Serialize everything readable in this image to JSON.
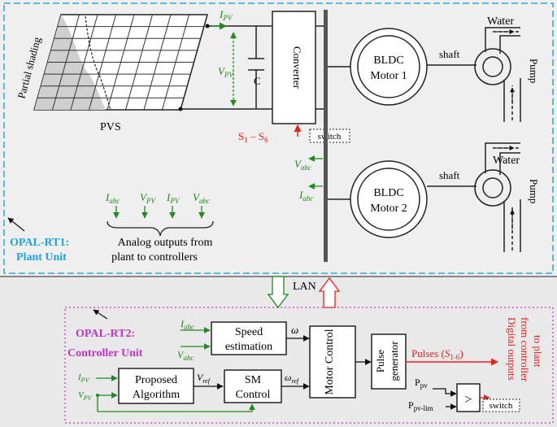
{
  "plant": {
    "pv_label": "PVS",
    "partial_shading": "Partial shading",
    "ipv_label": "I",
    "ipv_sub": "PV",
    "vpv_label": "V",
    "vpv_sub": "PV",
    "capacitor_label": "C",
    "converter_label": "Converter",
    "s_label": "S",
    "s_sub1": "1",
    "s_dash": " – S",
    "s_sub2": "6",
    "switch_label": "switch",
    "vabc_label": "V",
    "vabc_sub": "abc",
    "iabc_label": "I",
    "iabc_sub": "abc",
    "motor1_line1": "BLDC",
    "motor1_line2": "Motor 1",
    "motor2_line1": "BLDC",
    "motor2_line2": "Motor 2",
    "shaft_label": "shaft",
    "water_label": "Water",
    "pump_label": "Pump",
    "unit_title": "OPAL-RT1:",
    "unit_subtitle": "Plant Unit",
    "analog_line1": "Analog outputs from",
    "analog_line2": "plant to controllers",
    "sig_iabc": "I",
    "sig_iabc_sub": "abc",
    "sig_vpv": "V",
    "sig_vpv_sub": "PV",
    "sig_ipv": "I",
    "sig_ipv_sub": "PV",
    "sig_vabc": "V",
    "sig_vabc_sub": "abc"
  },
  "link": {
    "lan_label": "LAN"
  },
  "controller": {
    "unit_title": "OPAL-RT2:",
    "unit_subtitle": "Controller Unit",
    "iabc_label": "I",
    "iabc_sub": "abc",
    "vabc_label": "V",
    "vabc_sub": "abc",
    "ipv_label": "I",
    "ipv_sub": "PV",
    "vpv_label": "V",
    "vpv_sub": "PV",
    "speed_line1": "Speed",
    "speed_line2": "estimation",
    "omega_label": "ω",
    "proposed_line1": "Proposed",
    "proposed_line2": "Algorithm",
    "vref_label": "V",
    "vref_sub": "ref",
    "sm_line1": "SM",
    "sm_line2": "Control",
    "omega_ref_label": "ω",
    "omega_ref_sub": "ref",
    "motor_control": "Motor Control",
    "pulse_gen_line1": "Pulse",
    "pulse_gen_line2": "generator",
    "pulses_label": "Pulses (",
    "pulses_s": "S",
    "pulses_sub": "1-6",
    "pulses_close": ")",
    "ppv_label": "P",
    "ppv_sub": "pv",
    "ppvlim_label": "P",
    "ppvlim_sub": "pv-lim",
    "comparator": ">",
    "switch_label": "switch",
    "digital_line1": "Digital outputs",
    "digital_line2": "from controller",
    "digital_line3": "to plant"
  },
  "colors": {
    "plant_border": "#29a9e0",
    "controller_border": "#d94fd0",
    "green": "#1f8a1f",
    "red": "#e8201c",
    "blue_label": "#1fa3e0",
    "magenta_label": "#c235c2",
    "bus": "#555555",
    "panel_bg": "#efefef"
  }
}
